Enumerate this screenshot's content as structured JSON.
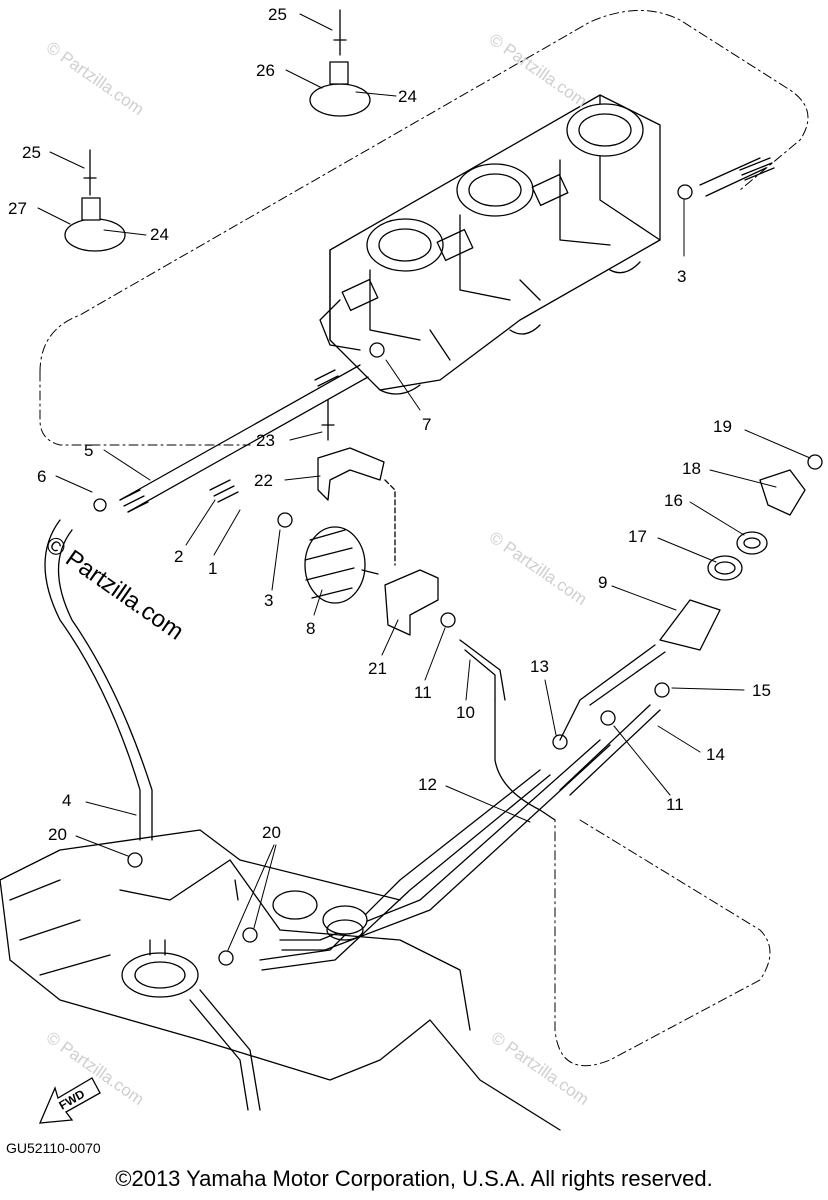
{
  "callouts": [
    "25",
    "26",
    "24",
    "25",
    "27",
    "24",
    "3",
    "7",
    "23",
    "22",
    "5",
    "6",
    "2",
    "1",
    "3",
    "8",
    "21",
    "11",
    "10",
    "19",
    "18",
    "16",
    "17",
    "9",
    "13",
    "15",
    "14",
    "11",
    "12",
    "4",
    "20",
    "20"
  ],
  "watermark": {
    "small": "© Partzilla.com",
    "large": "© Partzilla.com"
  },
  "fwd_label": "FWD",
  "diagram_code": "GU52110-0070",
  "copyright": "©2013 Yamaha Motor Corporation, U.S.A. All rights reserved."
}
